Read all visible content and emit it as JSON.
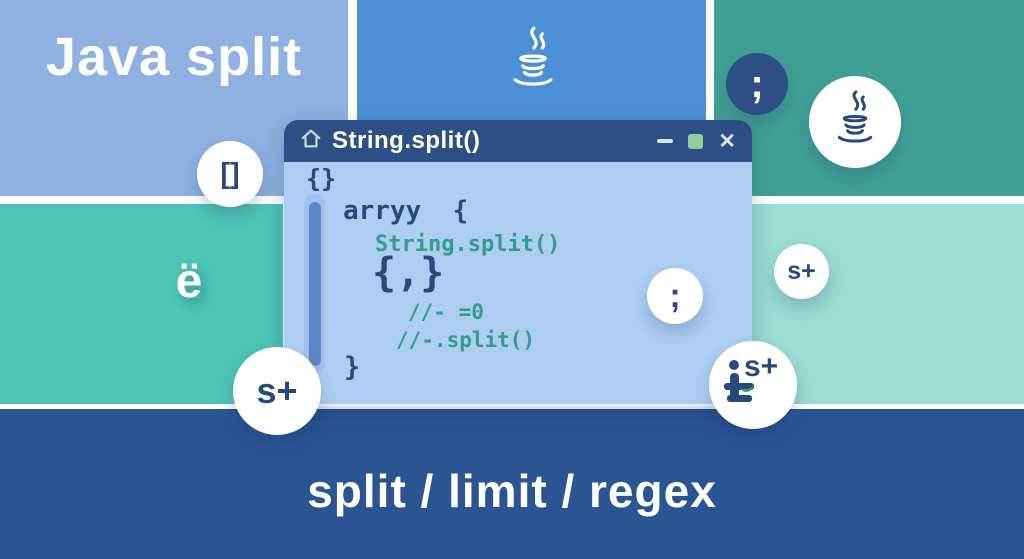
{
  "title_block": {
    "text": "Java split"
  },
  "banner": {
    "text": "split / limit / regex"
  },
  "app_window": {
    "title": "String.split()",
    "close_glyph": "✕",
    "open_brace_symbol": "{}",
    "code_lines": [
      {
        "text": "arryy  {",
        "color": "navy"
      },
      {
        "text": "String.split()",
        "color": "teal"
      },
      {
        "text": "{,}",
        "color": "navy"
      },
      {
        "text": "//- =0",
        "color": "teal"
      },
      {
        "text": "//-.split()",
        "color": "teal"
      },
      {
        "text": "}",
        "color": "navy"
      }
    ]
  },
  "badges": {
    "brackets": "[]",
    "e_umlaut": "ë",
    "s_plus_left": "s+",
    "semicolon_top": ";",
    "semicolon_window": ";",
    "s_plus_right": "s+",
    "s_plus_composite": "s+"
  },
  "colors": {
    "block_light_blue": "#8fb0e0",
    "block_blue": "#4b90d7",
    "block_dark_teal": "#41a096",
    "block_teal": "#4dc4b6",
    "block_mint": "#9adcd2",
    "bottom_navy": "#2b5493",
    "titlebar_navy": "#2d4f86",
    "window_body": "#aecdf2",
    "code_navy": "#27497e",
    "code_teal": "#2f9e8b",
    "maximize_green": "#8ecf9c",
    "badge_white": "#ffffff"
  }
}
